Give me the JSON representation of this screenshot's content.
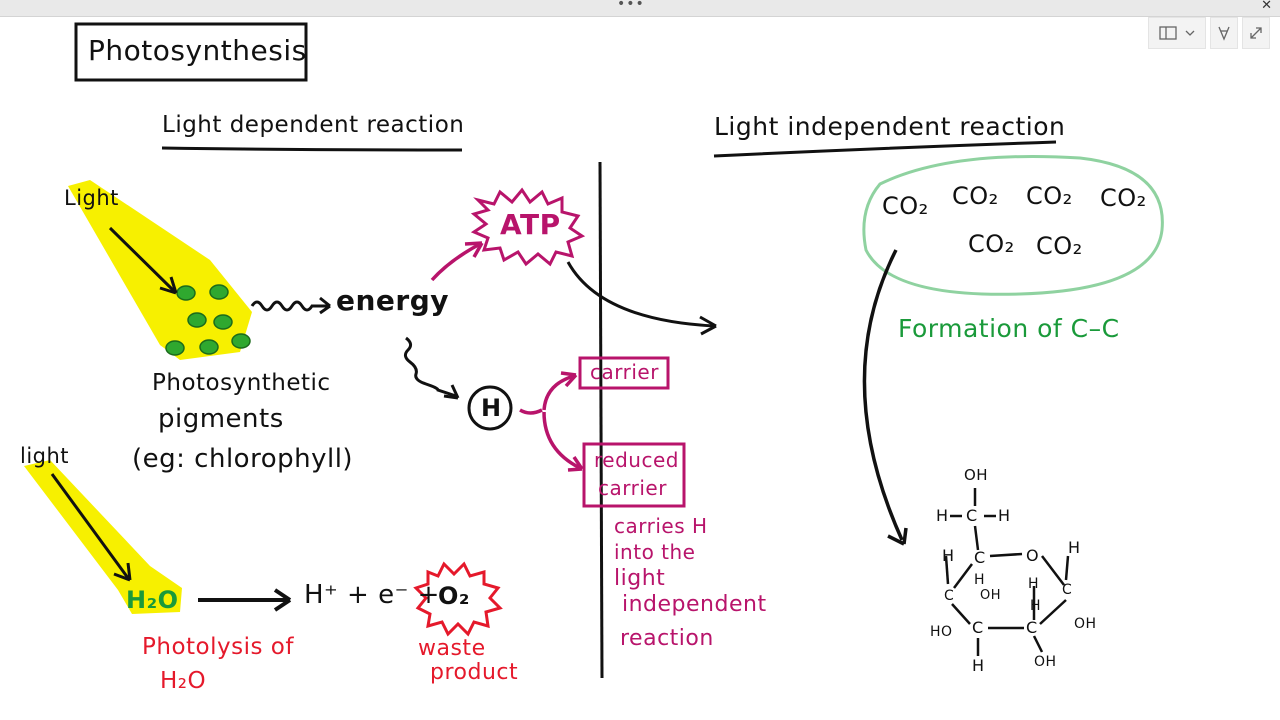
{
  "toolbar": {
    "more": "•••",
    "close": "✕"
  },
  "title": "Photosynthesis",
  "left": {
    "heading": "Light dependent reaction",
    "light1": "Light",
    "energy": "energy",
    "pigments_line1": "Photosynthetic",
    "pigments_line2": "pigments",
    "pigments_line3": "(eg: chlorophyll)",
    "atp": "ATP",
    "h_circle": "H",
    "carrier": "carrier",
    "reduced_line1": "reduced",
    "reduced_line2": "carrier",
    "carries_line1": "carries H",
    "carries_line2": "into the",
    "carries_line3": "light",
    "carries_line4": "independent",
    "carries_line5": "reaction",
    "light2": "light",
    "h2o": "H₂O",
    "products": "H⁺ + e⁻ +",
    "o2": "O₂",
    "photolysis_line1": "Photolysis of",
    "photolysis_line2": "H₂O",
    "waste_line1": "waste",
    "waste_line2": "product"
  },
  "right": {
    "heading": "Light independent reaction",
    "co2": [
      "CO₂",
      "CO₂",
      "CO₂",
      "CO₂",
      "CO₂",
      "CO₂"
    ],
    "formation": "Formation of C–C",
    "glucose": {
      "top_oh": "OH",
      "h_left": "H",
      "c_top": "C",
      "h_right": "H",
      "h_c5": "H",
      "c5": "C",
      "o_ring": "O",
      "h_c1": "H",
      "h_c4": "H",
      "h_c5_below": "H",
      "oh_c4": "OH",
      "h_c2": "H",
      "c4": "C",
      "c1": "C",
      "oh_c1": "OH",
      "ho_c4": "HO",
      "c3": "C",
      "c2": "C",
      "h_c3": "H",
      "oh_c2": "OH"
    }
  },
  "colors": {
    "highlight": "#f7f000",
    "magenta": "#b8146b",
    "red": "#e5192b",
    "green": "#1a9a3a",
    "ring": "#8fd2a0",
    "chloroplast": "#2fa82f"
  }
}
